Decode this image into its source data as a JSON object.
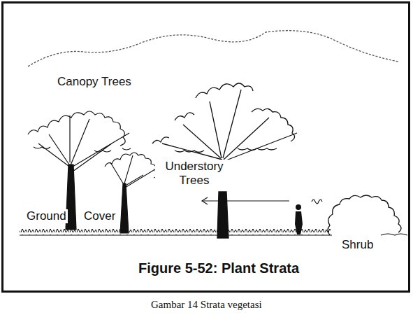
{
  "diagram": {
    "caption": "Gambar 14 Strata vegetasi",
    "labels": [
      "Canopy Trees",
      "Understory Trees",
      "Ground",
      "Cover",
      "Shrub",
      "Figure 5-52: Plant Strata"
    ]
  }
}
